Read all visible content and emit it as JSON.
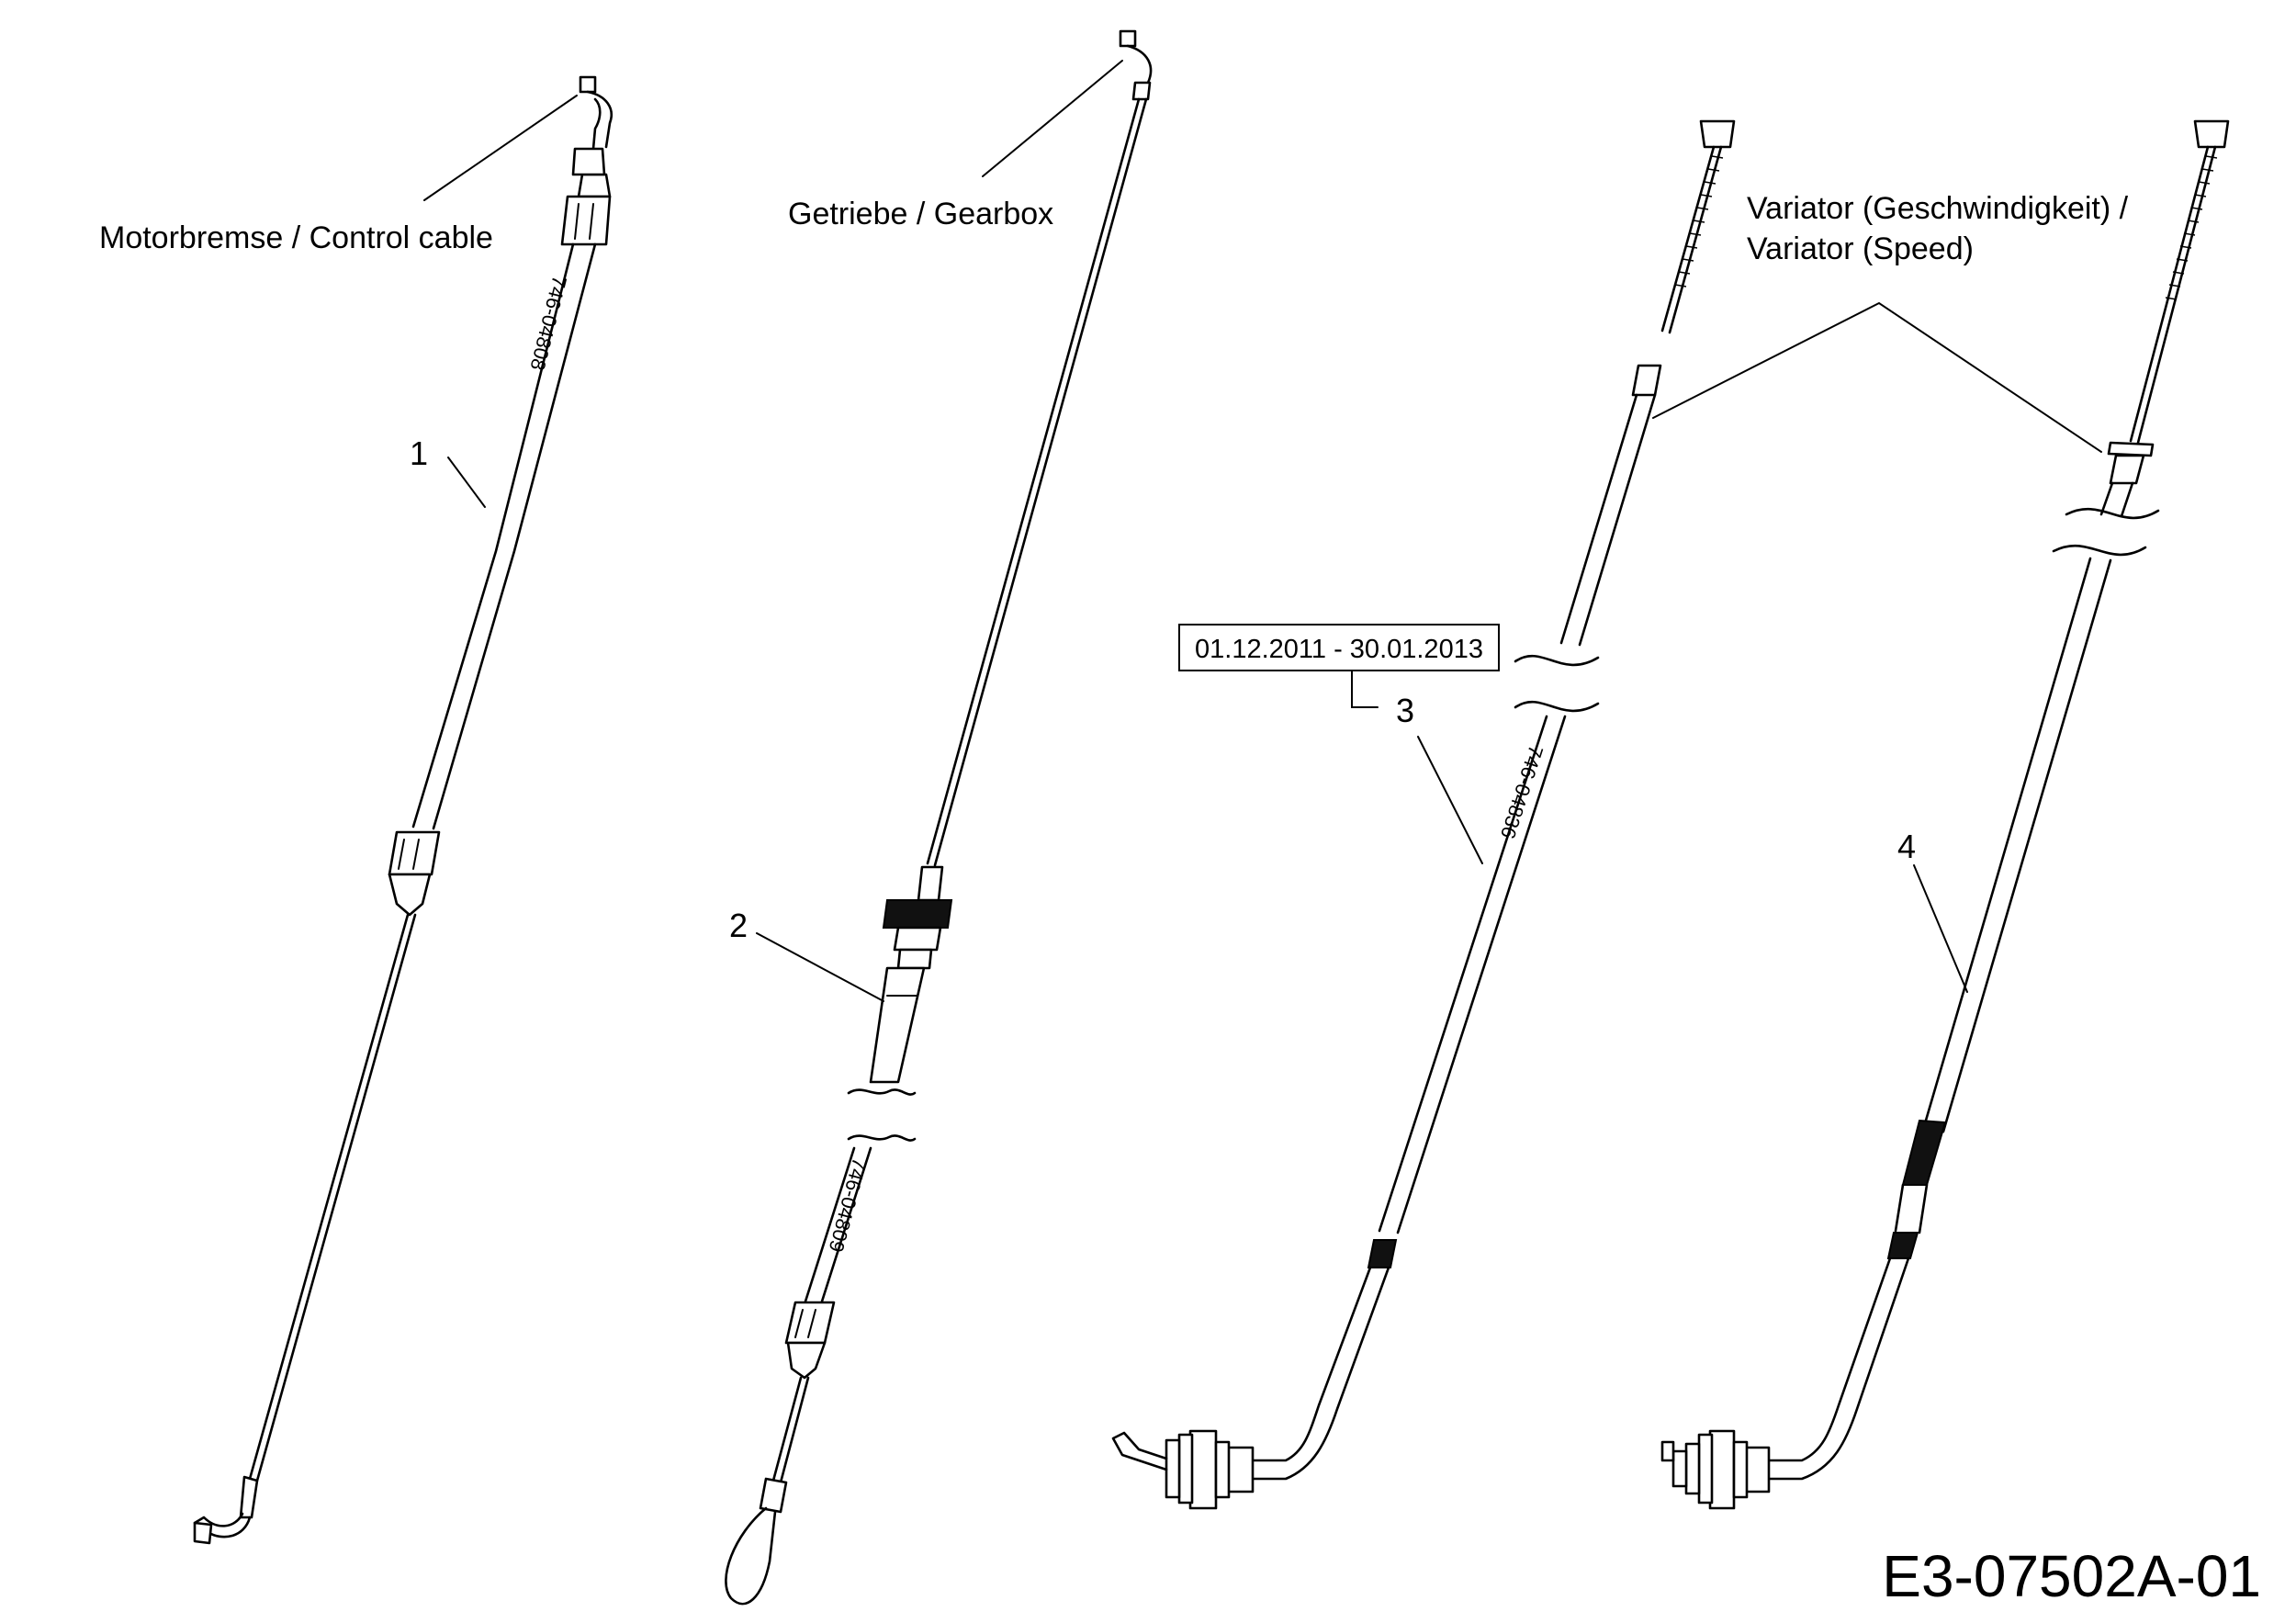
{
  "labels": {
    "cable1": "Motorbremse / Control cable",
    "cable2": "Getriebe / Gearbox",
    "cable34_line1": "Variator (Geschwindigkeit) /",
    "cable34_line2": "Variator (Speed)"
  },
  "callouts": {
    "item1": "1",
    "item2": "2",
    "item3": "3",
    "item4": "4"
  },
  "part_numbers": {
    "cable1": "746-04808",
    "cable2": "746-04809",
    "cable3": "746-04836"
  },
  "date_range": "01.12.2011 - 30.01.2013",
  "diagram_code": "E3-07502A-01"
}
